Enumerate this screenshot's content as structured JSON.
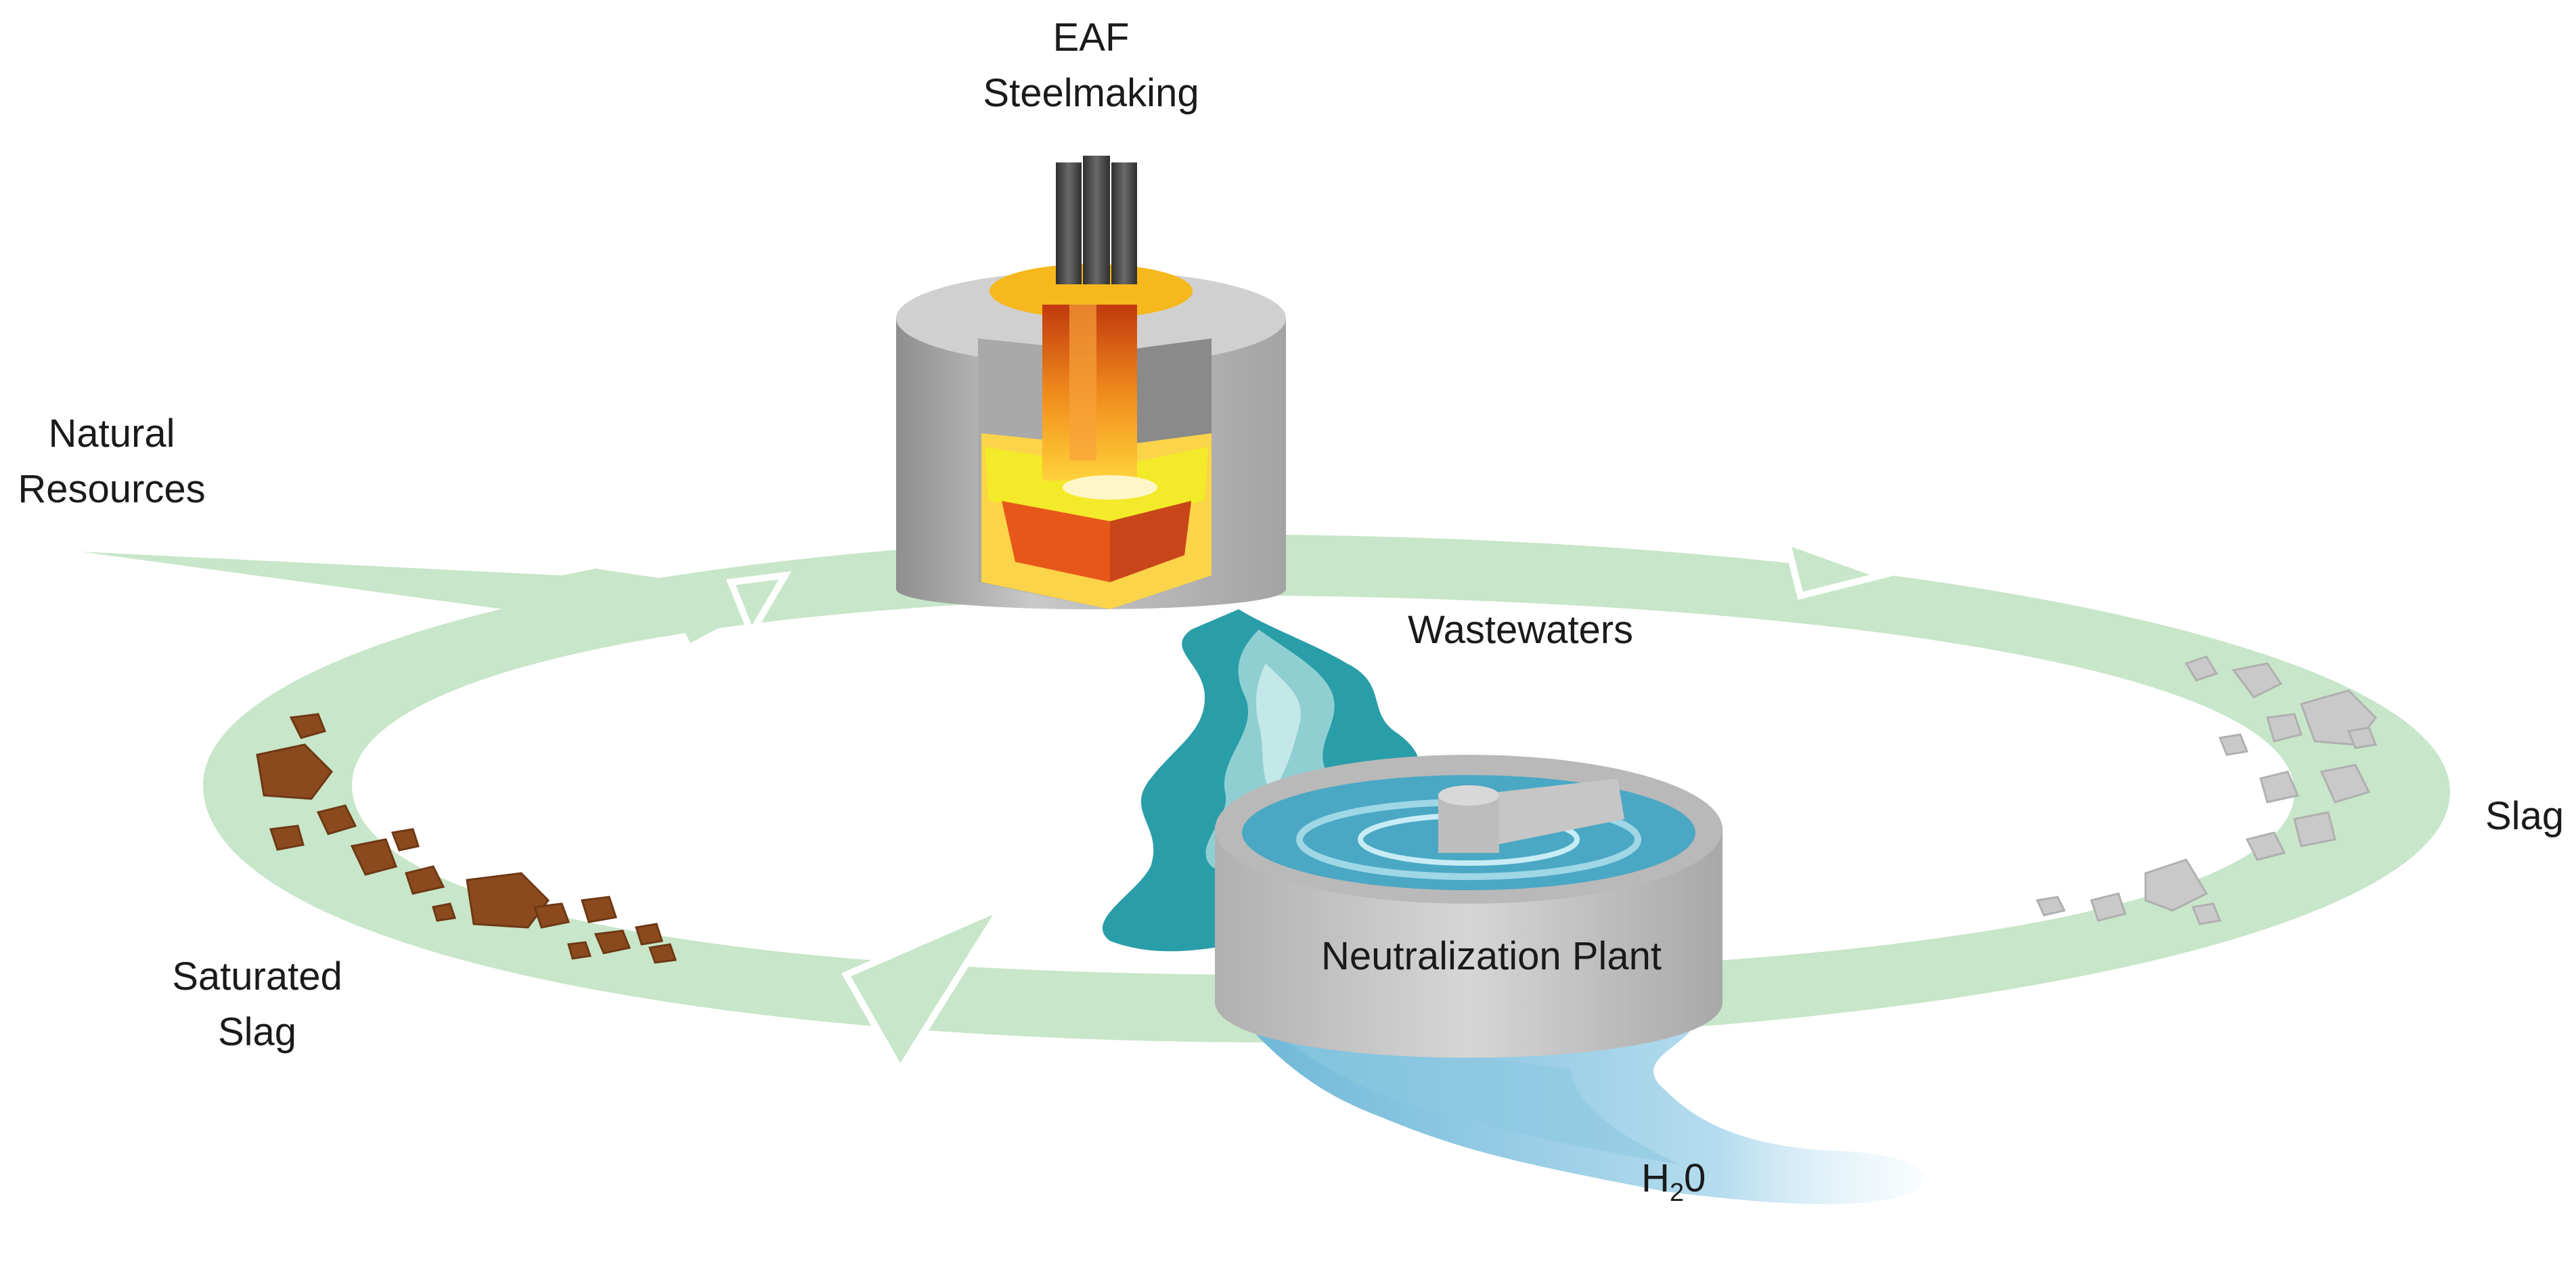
{
  "labels": {
    "eaf_line1": "EAF",
    "eaf_line2": "Steelmaking",
    "natural_line1": "Natural",
    "natural_line2": "Resources",
    "wastewaters": "Wastewaters",
    "slag": "Slag",
    "neutralization": "Neutralization Plant",
    "saturated_line1": "Saturated",
    "saturated_line2": "Slag",
    "water_h": "H",
    "water_sub": "2",
    "water_o": "0"
  },
  "colors": {
    "cycle_arrow": "#c8e6c9",
    "wastewater": "#2a9ea8",
    "clean_water": "#8cc8e0",
    "furnace_shell": "#c2c2c2",
    "molten_steel": "#e8571a",
    "slag_fresh": "#c9c9c9",
    "slag_saturated": "#8b4a1e",
    "tank_water": "#4aa8c4"
  },
  "icons": [
    "eaf-furnace-icon",
    "neutralization-tank-icon",
    "slag-rocks-icon",
    "saturated-slag-rocks-icon",
    "wastewater-stream-icon",
    "clean-water-stream-icon"
  ]
}
